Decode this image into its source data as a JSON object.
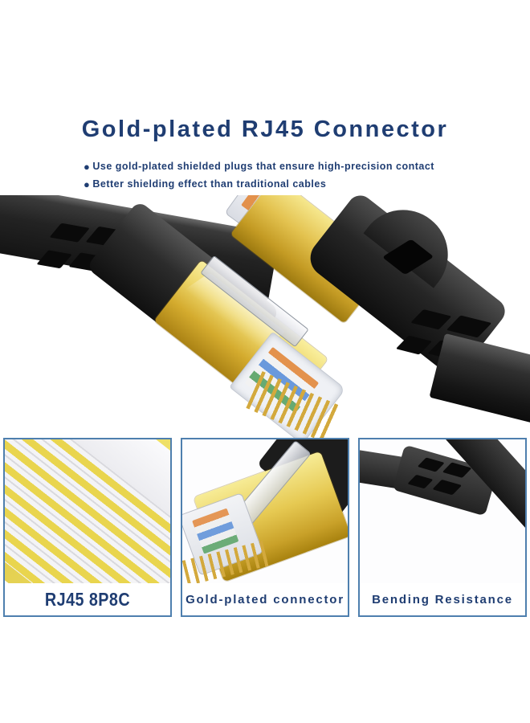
{
  "colors": {
    "navy": "#1f3d72",
    "border": "#4e7fae",
    "gold": "#d9b93f",
    "cable_black": "#1c1c1c"
  },
  "header": {
    "title": "Gold-plated RJ45 Connector",
    "bullet_marker": "●",
    "bullets": [
      "Use gold-plated shielded plugs that ensure high-precision contact",
      "Better shielding effect than traditional cables"
    ]
  },
  "panels": [
    {
      "label": "RJ45 8P8C"
    },
    {
      "label": "Gold-plated connector"
    },
    {
      "label": "Bending Resistance"
    }
  ]
}
